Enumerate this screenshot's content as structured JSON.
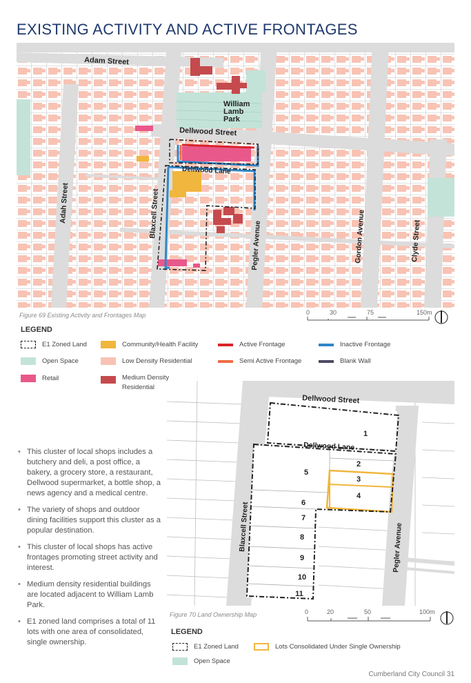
{
  "page": {
    "title": "EXISTING ACTIVITY AND ACTIVE FRONTAGES",
    "footer": "Cumberland City Council   31"
  },
  "map1": {
    "caption": "Figure 69 Existing Activity and Frontages Map",
    "labels": {
      "adam_street": "Adam Street",
      "william_lamb_park": [
        "William",
        "Lamb",
        "Park"
      ],
      "dellwood_street": "Dellwood Street",
      "dellwood_lane": "Dellwood Lane",
      "adah_street": "Adah Street",
      "blaxcell_street": "Blaxcell Street",
      "pegler_avenue": "Pegler Avenue",
      "gordon_avenue": "Gordon Avenue",
      "clyde_street": "Clyde Street"
    },
    "scale": {
      "ticks": [
        "0",
        "30",
        "75",
        "150m"
      ]
    }
  },
  "legend1": {
    "heading": "LEGEND",
    "items": [
      {
        "label": "E1 Zoned Land",
        "color": "#222222"
      },
      {
        "label": "Community/Health Facility",
        "color": "#f0b63d"
      },
      {
        "label": "Active Frontage",
        "color": "#d8232a"
      },
      {
        "label": "Inactive Frontage",
        "color": "#2f86c8"
      },
      {
        "label": "Open Space",
        "color": "#c3e3d8"
      },
      {
        "label": "Low Density Residential",
        "color": "#f8c3b4"
      },
      {
        "label": "Semi Active Frontage",
        "color": "#ef6c44"
      },
      {
        "label": "Blank Wall",
        "color": "#4d4a63"
      },
      {
        "label": "Retail",
        "color": "#e9588a"
      },
      {
        "label": "Medium Density\nResidential",
        "color": "#c54a4e"
      }
    ]
  },
  "map2": {
    "caption": "Figure 70 Land Ownership Map",
    "labels": {
      "dellwood_street": "Dellwood Street",
      "dellwood_lane": "Dellwood Lane",
      "blaxcell_street": "Blaxcell Street",
      "pegler_avenue": "Pegler Avenue"
    },
    "lots": [
      "1",
      "2",
      "3",
      "4",
      "5",
      "6",
      "7",
      "8",
      "9",
      "10",
      "11"
    ],
    "scale": {
      "ticks": [
        "0",
        "20",
        "50",
        "100m"
      ]
    }
  },
  "legend2": {
    "heading": "LEGEND",
    "items": [
      {
        "label": "E1 Zoned Land",
        "color": "#222222"
      },
      {
        "label": "Lots Consolidated Under Single Ownership",
        "color": "#f0b63d"
      },
      {
        "label": "Open Space",
        "color": "#c3e3d8"
      }
    ]
  },
  "bullets": [
    "This cluster of local shops includes a butchery and deli, a post office, a bakery, a grocery store, a restaurant, Dellwood supermarket, a bottle shop, a news agency and a medical centre.",
    "The variety of shops and outdoor dining facilities support this cluster as a popular destination.",
    "This cluster of local shops has active frontages promoting street activity and interest.",
    "Medium density residential buildings are located adjacent to William Lamb Park.",
    "E1 zoned land comprises a total of 11 lots with one area of consolidated, single ownership."
  ]
}
